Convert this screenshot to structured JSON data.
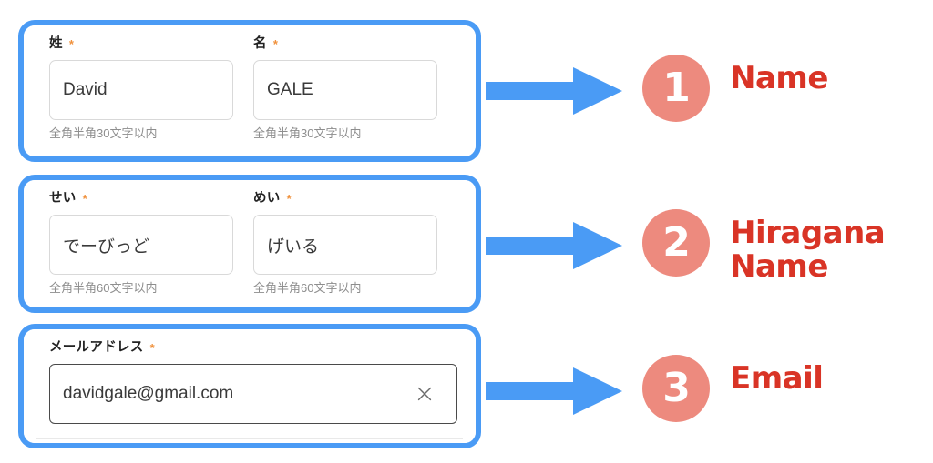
{
  "colors": {
    "highlight_blue": "#4a9bf5",
    "arrow_blue": "#4a9bf5",
    "bubble_salmon": "#ed8a7e",
    "caption_red": "#d93426",
    "required_orange": "#f0913c",
    "input_border": "#d9d9d9",
    "focused_input_border": "#4a4a4a",
    "hint_gray": "#8e8e8e"
  },
  "required_marker": "*",
  "form": {
    "groups": [
      {
        "id": "name",
        "fields": [
          {
            "label": "姓",
            "required": true,
            "value": "David",
            "hint": "全角半角30文字以内",
            "focused": false
          },
          {
            "label": "名",
            "required": true,
            "value": "GALE",
            "hint": "全角半角30文字以内",
            "focused": false
          }
        ]
      },
      {
        "id": "kana-name",
        "fields": [
          {
            "label": "せい",
            "required": true,
            "value": "でーびっど",
            "hint": "全角半角60文字以内",
            "focused": false
          },
          {
            "label": "めい",
            "required": true,
            "value": "げいる",
            "hint": "全角半角60文字以内",
            "focused": false
          }
        ]
      },
      {
        "id": "email",
        "fields": [
          {
            "label": "メールアドレス",
            "required": true,
            "value": "davidgale@gmail.com",
            "hint": "",
            "focused": true,
            "clear_icon": "close-x-icon"
          }
        ]
      }
    ]
  },
  "annotations": [
    {
      "number": "1",
      "caption_lines": [
        "Name"
      ]
    },
    {
      "number": "2",
      "caption_lines": [
        "Hiragana",
        "Name"
      ]
    },
    {
      "number": "3",
      "caption_lines": [
        "Email"
      ]
    }
  ],
  "arrows": [
    {
      "name": "arrow-to-step-1",
      "direction": "right"
    },
    {
      "name": "arrow-to-step-2",
      "direction": "right"
    },
    {
      "name": "arrow-to-step-3",
      "direction": "right"
    }
  ]
}
